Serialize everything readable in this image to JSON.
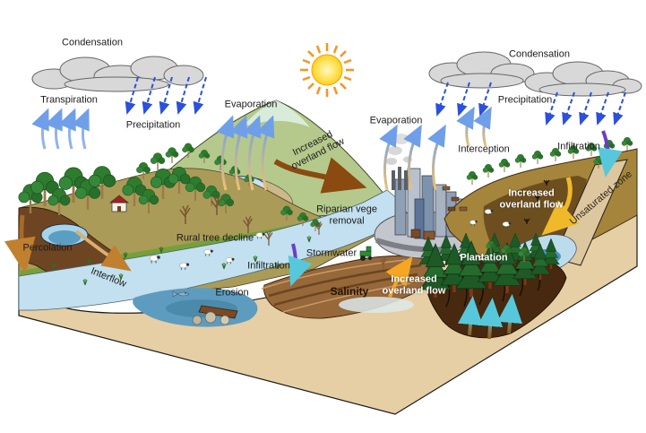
{
  "diagram": {
    "name": "catchment-water-cycle-diagram",
    "labels": {
      "condensation_left": "Condensation",
      "transpiration": "Transpiration",
      "precipitation_left": "Precipitation",
      "evaporation_left": "Evaporation",
      "increased_overland_flow_top": "Increased overland flow",
      "evaporation_city": "Evaporation",
      "condensation_right": "Condensation",
      "precipitation_right": "Precipitation",
      "interception": "Interception",
      "infiltration_right": "Infiltration",
      "increased_overland_flow_right": "Increased overland flow",
      "unsaturated_zone": "Unsaturated zone",
      "riparian_veg_removal": "Riparian vege removal",
      "rural_tree_decline": "Rural tree decline",
      "percolation": "Percolation",
      "interflow": "Interflow",
      "infiltration_center": "Infiltration",
      "stormwater": "Stormwater",
      "erosion": "Erosion",
      "salinity": "Salinity",
      "increased_overland_flow_center": "Increased overland flow",
      "plantation": "Plantation"
    },
    "icons": {
      "sun": "sun-icon",
      "clouds": "cloud-icon",
      "rain_arrows": "precipitation-arrow-icon",
      "up_vapour_arrows": "evaporation-arrow-icon",
      "infiltration_arrows": "infiltration-arrow-icon",
      "percolation_arrows": "percolation-arrow-icon",
      "overland_flow_arrows": "overland-flow-arrow-icon",
      "root_uptake_arrows": "root-uptake-arrow-icon",
      "city": "city-icon",
      "tractor": "tractor-icon",
      "house": "house-icon",
      "sheep": "sheep-icon",
      "fish": "fish-icon",
      "pine_trees": "pine-tree-icon",
      "eucalypt_trees": "tree-icon",
      "dead_trees": "dead-tree-icon"
    },
    "colors": {
      "sun": "#ffd21e",
      "sun_rays": "#f59520",
      "cloud": "#d8d8d8",
      "precipitation_arrow": "#2b50dd",
      "transpiration_arrow": "#8fb4ea",
      "evaporation_arrow_top": "#6f9fe8",
      "evaporation_arrow_base": "#f0c070",
      "infiltration_arrow": "#6a3fc4",
      "infiltration_tip": "#57c8dc",
      "percolation_arrow": "#a86a28",
      "overland_flow_brown": "#8a4a10",
      "overland_flow_yellow": "#f0b929",
      "overland_flow_orange": "#f5a623",
      "river": "#c2e0ef",
      "deep_water": "#5d9cbf",
      "hill_olive": "#ab9b58",
      "mountain_green": "#b5c98c",
      "basement_tan": "#e6cfa4",
      "soil_dark": "#6e4522",
      "right_hill_brown": "#a5853c",
      "plantation_green": "#1d5a26",
      "root_soil": "#46290f",
      "city_gray": "#b8c2cf",
      "label_dark": "#1b1b1b",
      "label_white": "#ffffff"
    }
  }
}
